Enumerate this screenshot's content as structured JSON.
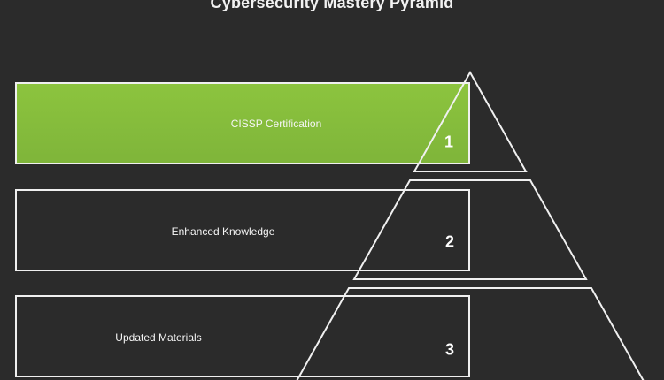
{
  "title": "Cybersecurity Mastery Pyramid",
  "colors": {
    "background": "#2b2b2b",
    "outline": "#f0f0f0",
    "label_text": "#f5f5f5",
    "highlight_green_top": "#8cc43e",
    "highlight_green_bottom": "#7fb53a"
  },
  "levels": [
    {
      "rank": "1",
      "label": "CISSP Certification",
      "highlighted": true
    },
    {
      "rank": "2",
      "label": "Enhanced Knowledge",
      "highlighted": false
    },
    {
      "rank": "3",
      "label": "Updated Materials",
      "highlighted": false
    }
  ]
}
